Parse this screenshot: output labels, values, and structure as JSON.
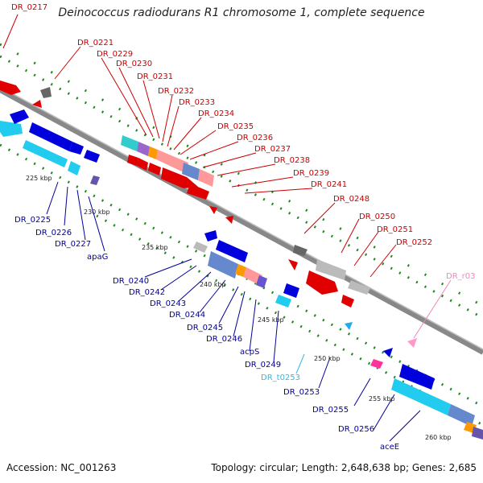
{
  "title": "Deinococcus radiodurans R1 chromosome 1, complete sequence",
  "footer": {
    "accession": "Accession: NC_001263",
    "info": "Topology: circular; Length: 2,648,638 bp; Genes: 2,685"
  },
  "colors": {
    "red_label": "#cc0000",
    "blue_label": "#000099",
    "cyan_label": "#33bbdd",
    "pink_label": "#ee88bb",
    "backbone": "#888888",
    "tick": "#228822"
  },
  "ticks": [
    "225 kbp",
    "230 kbp",
    "235 kbp",
    "240 kbp",
    "245 kbp",
    "250 kbp",
    "255 kbp",
    "260 kbp"
  ],
  "forward_labels": [
    "DR_0217",
    "DR_0221",
    "DR_0229",
    "DR_0230",
    "DR_0231",
    "DR_0232",
    "DR_0233",
    "DR_0234",
    "DR_0235",
    "DR_0236",
    "DR_0237",
    "DR_0238",
    "DR_0239",
    "DR_0241",
    "DR_0248",
    "DR_0250",
    "DR_0251",
    "DR_0252",
    "DR_r03"
  ],
  "reverse_labels": [
    "DR_0225",
    "DR_0226",
    "DR_0227",
    "apaG",
    "DR_0240",
    "DR_0242",
    "DR_0243",
    "DR_0244",
    "DR_0245",
    "DR_0246",
    "acpS",
    "DR_0249",
    "DR_t0253",
    "DR_0253",
    "DR_0255",
    "DR_0256",
    "aceE"
  ]
}
